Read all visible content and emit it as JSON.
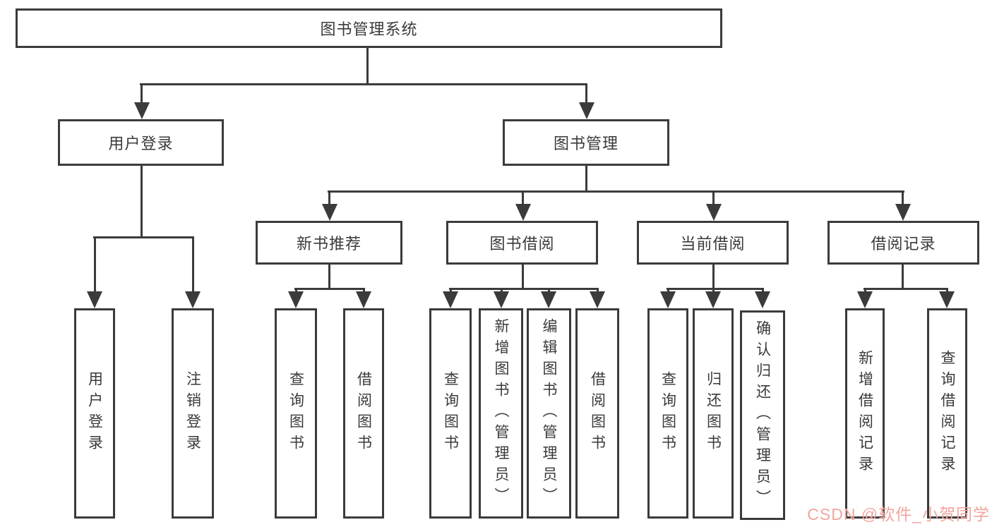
{
  "tree": {
    "root": {
      "label": "图书管理系统",
      "children": [
        {
          "label": "用户登录",
          "children": [
            {
              "label": "用户登录"
            },
            {
              "label": "注销登录"
            }
          ]
        },
        {
          "label": "图书管理",
          "children": [
            {
              "label": "新书推荐",
              "children": [
                {
                  "label": "查询图书"
                },
                {
                  "label": "借阅图书"
                }
              ]
            },
            {
              "label": "图书借阅",
              "children": [
                {
                  "label": "查询图书"
                },
                {
                  "label": "新增图书（管理员）"
                },
                {
                  "label": "编辑图书（管理员）"
                },
                {
                  "label": "借阅图书"
                }
              ]
            },
            {
              "label": "当前借阅",
              "children": [
                {
                  "label": "查询图书"
                },
                {
                  "label": "归还图书"
                },
                {
                  "label": "确认归还（管理员）"
                }
              ]
            },
            {
              "label": "借阅记录",
              "children": [
                {
                  "label": "新增借阅记录"
                },
                {
                  "label": "查询借阅记录"
                }
              ]
            }
          ]
        }
      ]
    }
  },
  "watermark": {
    "text": "CSDN @软件_小贺同学",
    "color": "#f2a59e"
  },
  "colors": {
    "line": "#3b3b3b",
    "text": "#3a3a3a",
    "box_background": "#ffffff",
    "page_background": "#ffffff"
  }
}
